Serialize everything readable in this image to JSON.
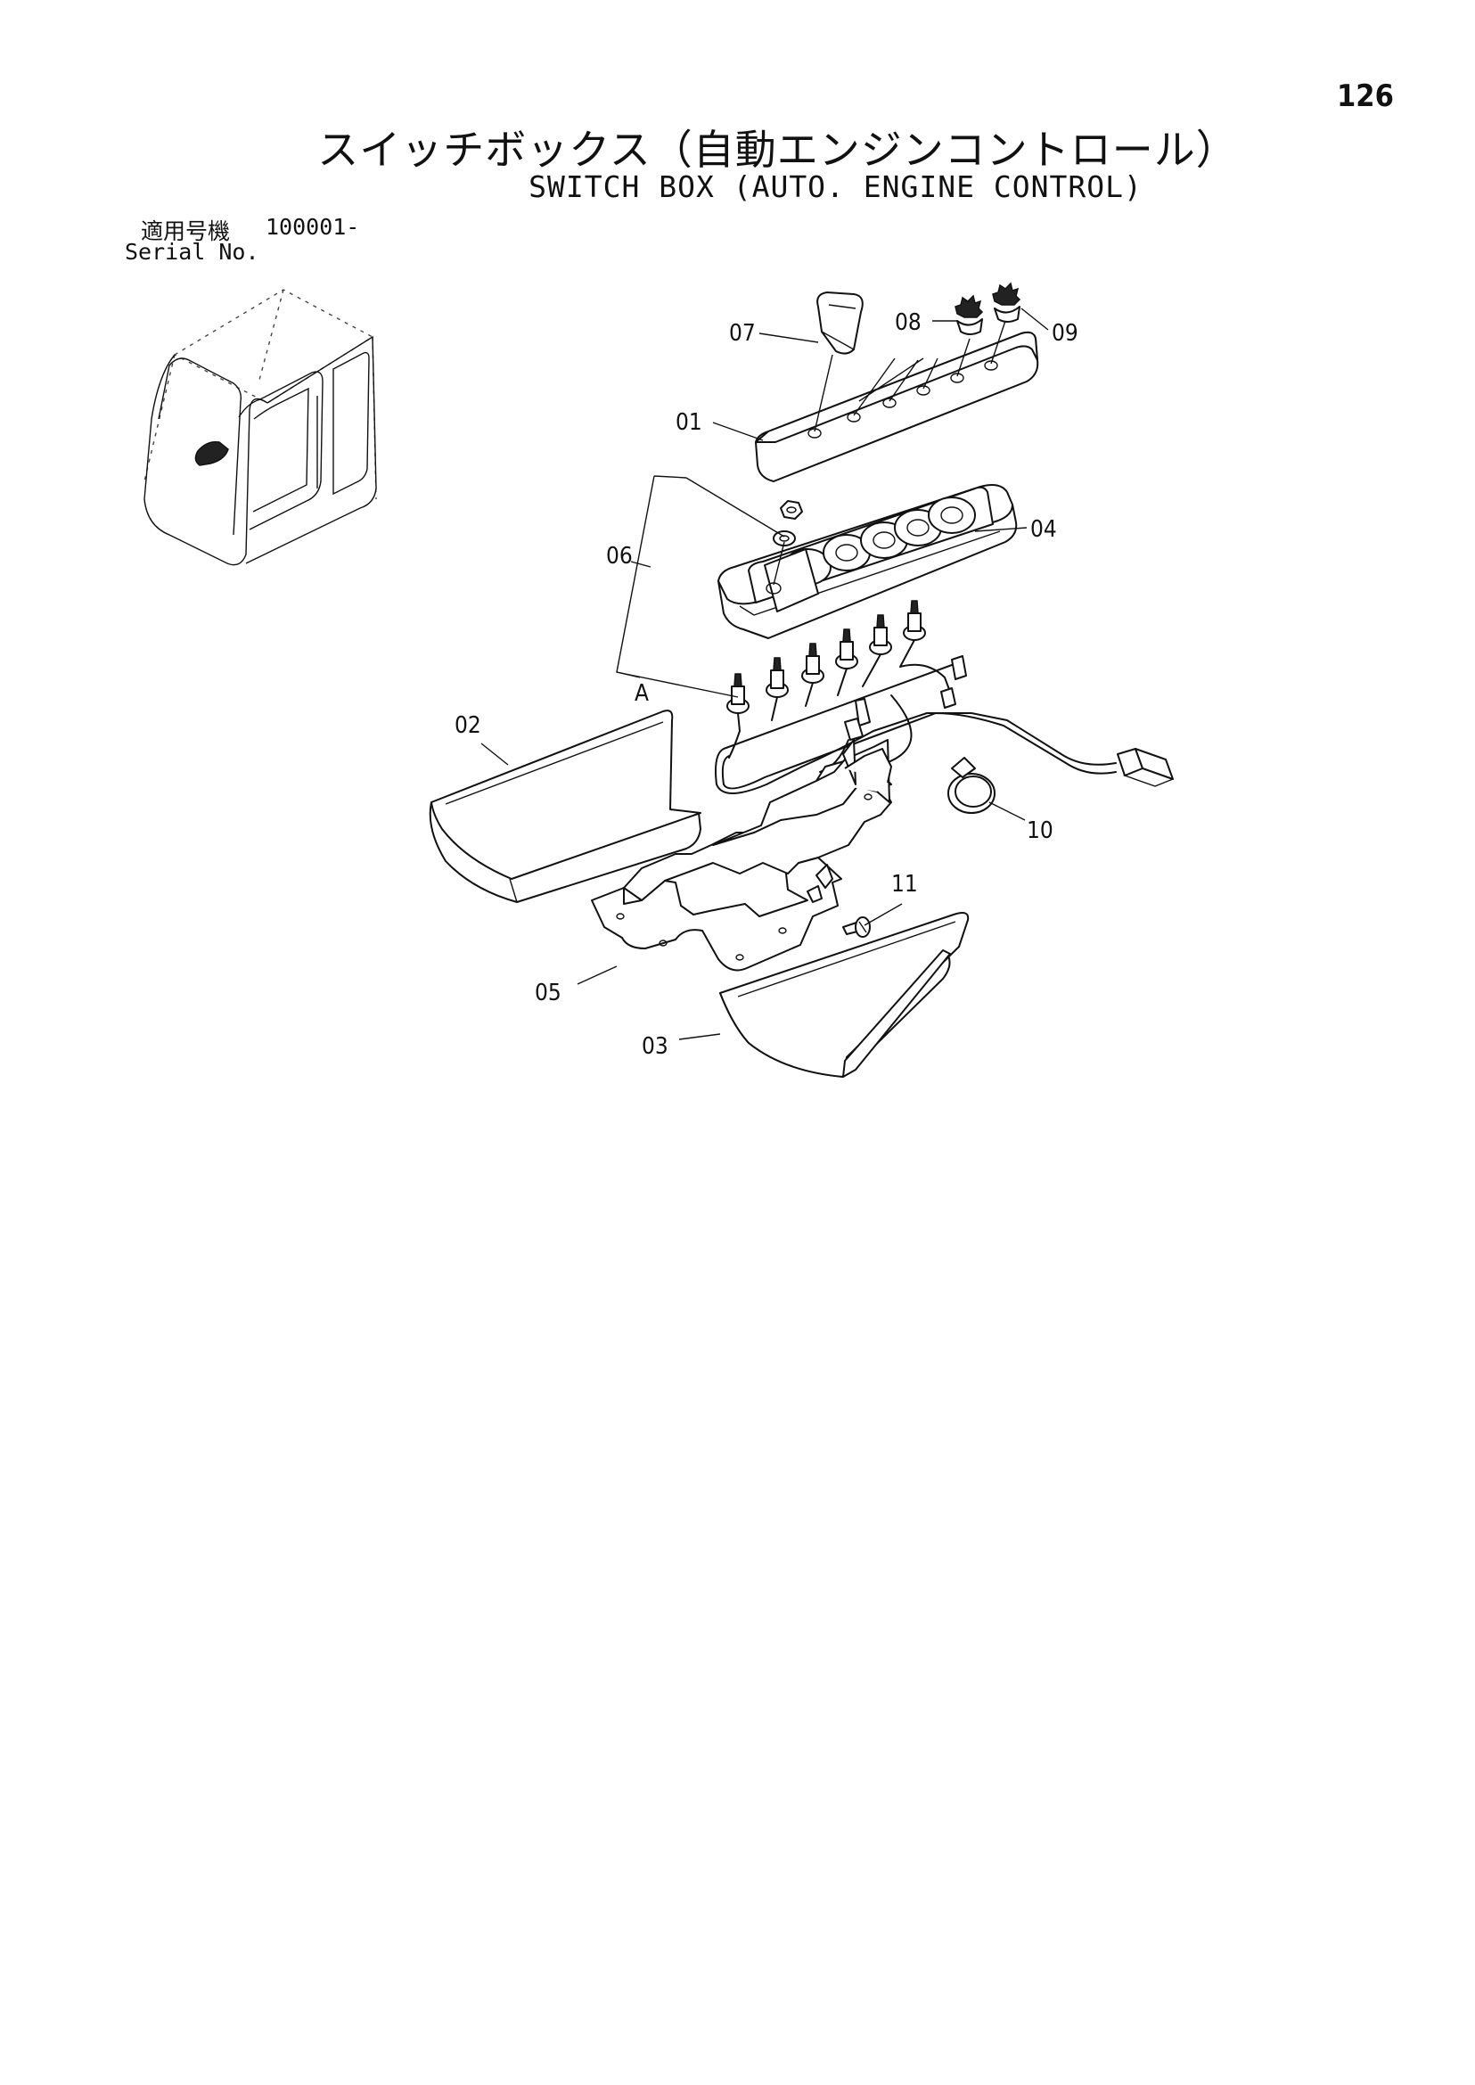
{
  "page": {
    "number": "126",
    "title_jp": "スイッチボックス（自動エンジンコントロール）",
    "title_en": "SWITCH BOX (AUTO. ENGINE CONTROL)",
    "serial_label_jp": "適用号機",
    "serial_value": "100001-",
    "serial_label_en": "Serial No."
  },
  "diagram": {
    "callouts": [
      {
        "id": "01",
        "label": "01"
      },
      {
        "id": "02",
        "label": "02"
      },
      {
        "id": "03",
        "label": "03"
      },
      {
        "id": "04",
        "label": "04"
      },
      {
        "id": "05",
        "label": "05"
      },
      {
        "id": "06",
        "label": "06"
      },
      {
        "id": "07",
        "label": "07"
      },
      {
        "id": "08",
        "label": "08"
      },
      {
        "id": "09",
        "label": "09"
      },
      {
        "id": "10",
        "label": "10"
      },
      {
        "id": "11",
        "label": "11"
      }
    ],
    "view_marker": "A"
  }
}
